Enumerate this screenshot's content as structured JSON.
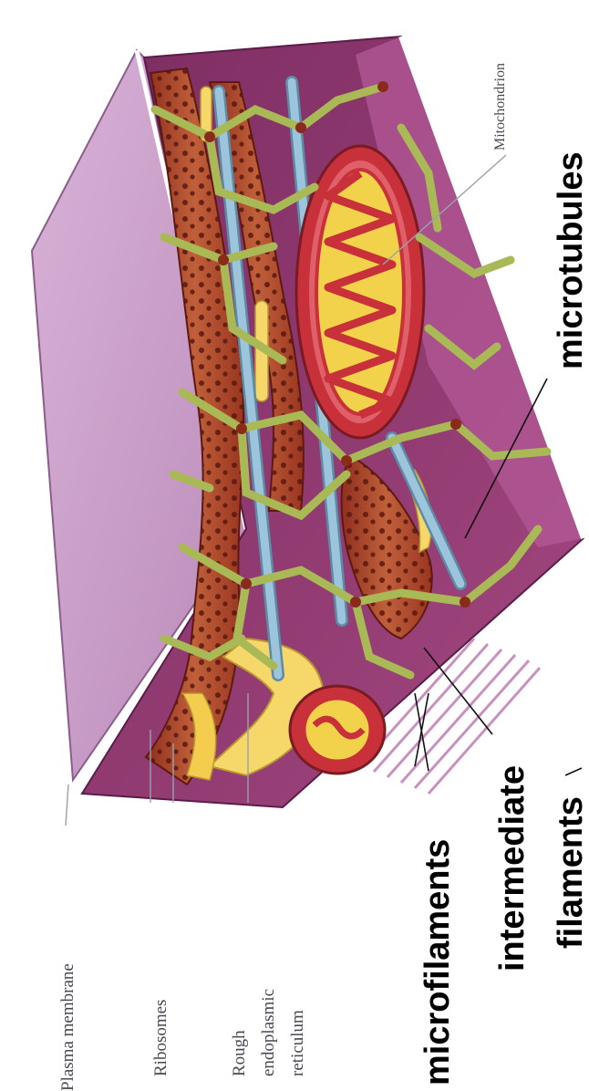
{
  "labels": {
    "plasma_membrane": "Plasma membrane",
    "ribosomes": "Ribosomes",
    "rough_er_line1": "Rough",
    "rough_er_line2": "endoplasmic",
    "rough_er_line3": "reticulum",
    "mitochondrion": "Mitochondrion",
    "microtubules": "microtubules",
    "microfilaments": "microfilaments",
    "intermediate_line1": "intermediate",
    "intermediate_line2": "filaments"
  },
  "colors": {
    "membrane": "#c99ac8",
    "membrane_dark": "#7a2a5e",
    "er": "#b8502e",
    "er_dark": "#8a2a1a",
    "intermediate_filaments": "#a9b955",
    "microtubules": "#8fb7cf",
    "mitochondrion": "#c8303a",
    "mito_inner": "#f2d24a",
    "golgi": "#f6d86a"
  }
}
